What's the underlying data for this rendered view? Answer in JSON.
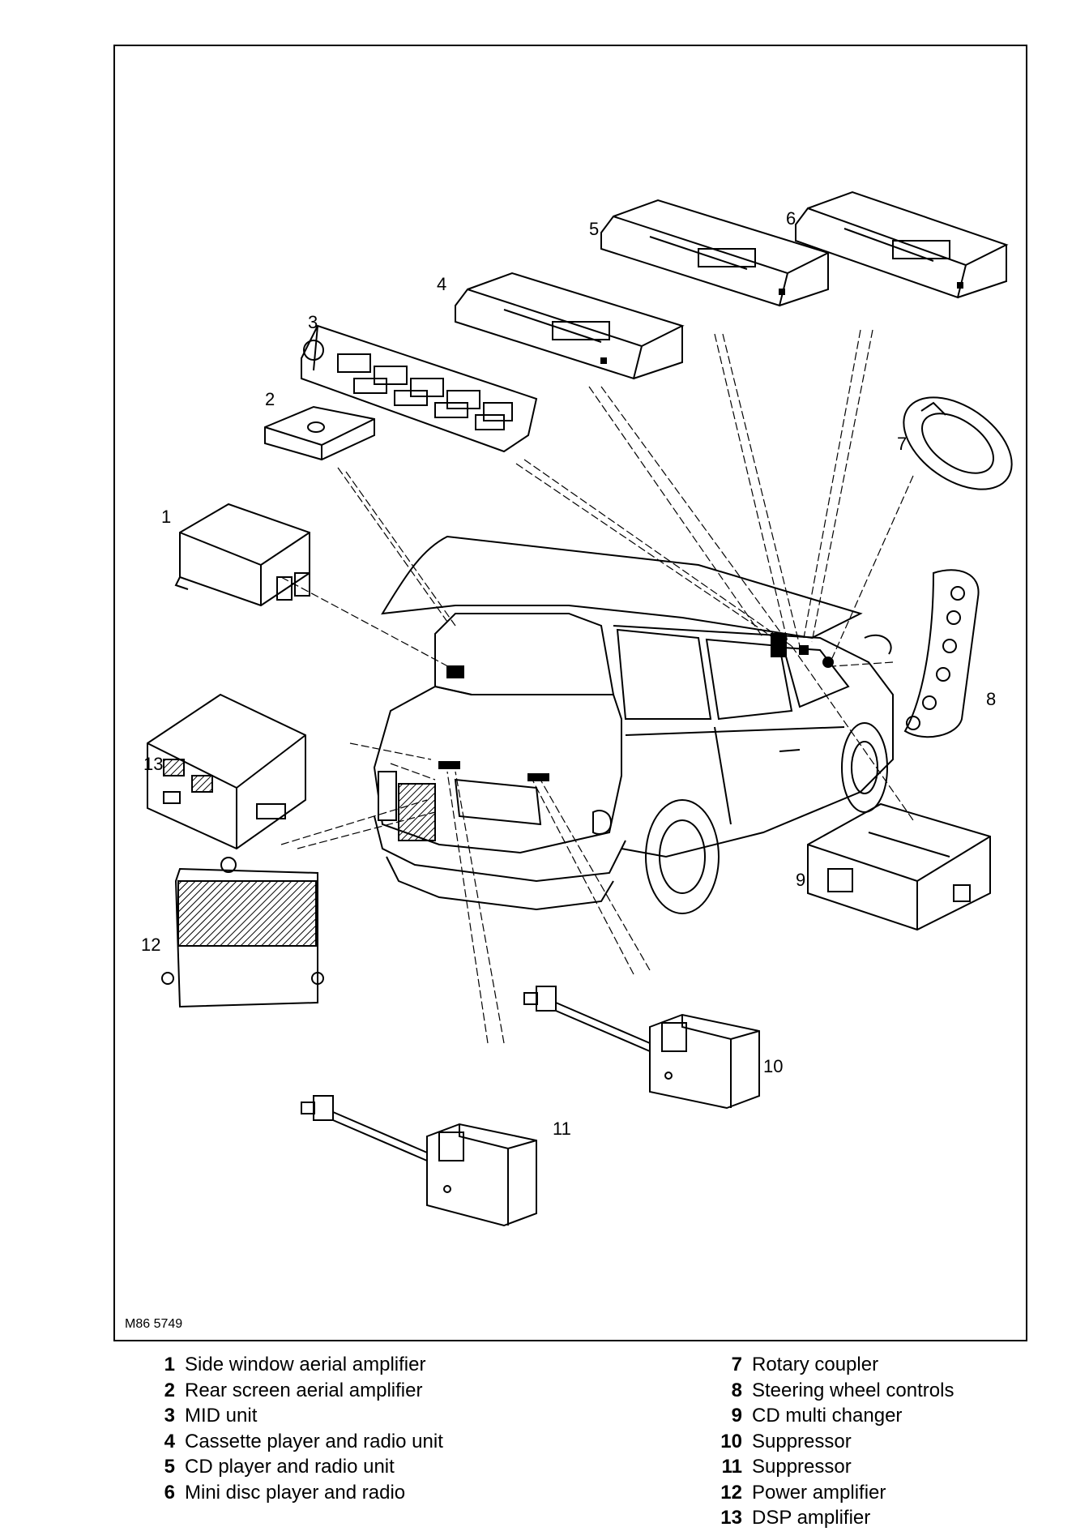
{
  "figure_ref": "M86 5749",
  "callouts": [
    {
      "num": "1"
    },
    {
      "num": "2"
    },
    {
      "num": "3"
    },
    {
      "num": "4"
    },
    {
      "num": "5"
    },
    {
      "num": "6"
    },
    {
      "num": "7"
    },
    {
      "num": "8"
    },
    {
      "num": "9"
    },
    {
      "num": "10"
    },
    {
      "num": "11"
    },
    {
      "num": "12"
    },
    {
      "num": "13"
    }
  ],
  "legend": {
    "left": [
      {
        "num": "1",
        "text": "Side window aerial amplifier"
      },
      {
        "num": "2",
        "text": "Rear screen aerial amplifier"
      },
      {
        "num": "3",
        "text": "MID unit"
      },
      {
        "num": "4",
        "text": "Cassette player and radio unit"
      },
      {
        "num": "5",
        "text": "CD player and radio unit"
      },
      {
        "num": "6",
        "text": "Mini disc player and radio"
      }
    ],
    "right": [
      {
        "num": "7",
        "text": "Rotary coupler"
      },
      {
        "num": "8",
        "text": "Steering wheel controls"
      },
      {
        "num": "9",
        "text": "CD multi changer"
      },
      {
        "num": "10",
        "text": "Suppressor"
      },
      {
        "num": "11",
        "text": "Suppressor"
      },
      {
        "num": "12",
        "text": "Power amplifier"
      },
      {
        "num": "13",
        "text": "DSP amplifier"
      }
    ]
  }
}
